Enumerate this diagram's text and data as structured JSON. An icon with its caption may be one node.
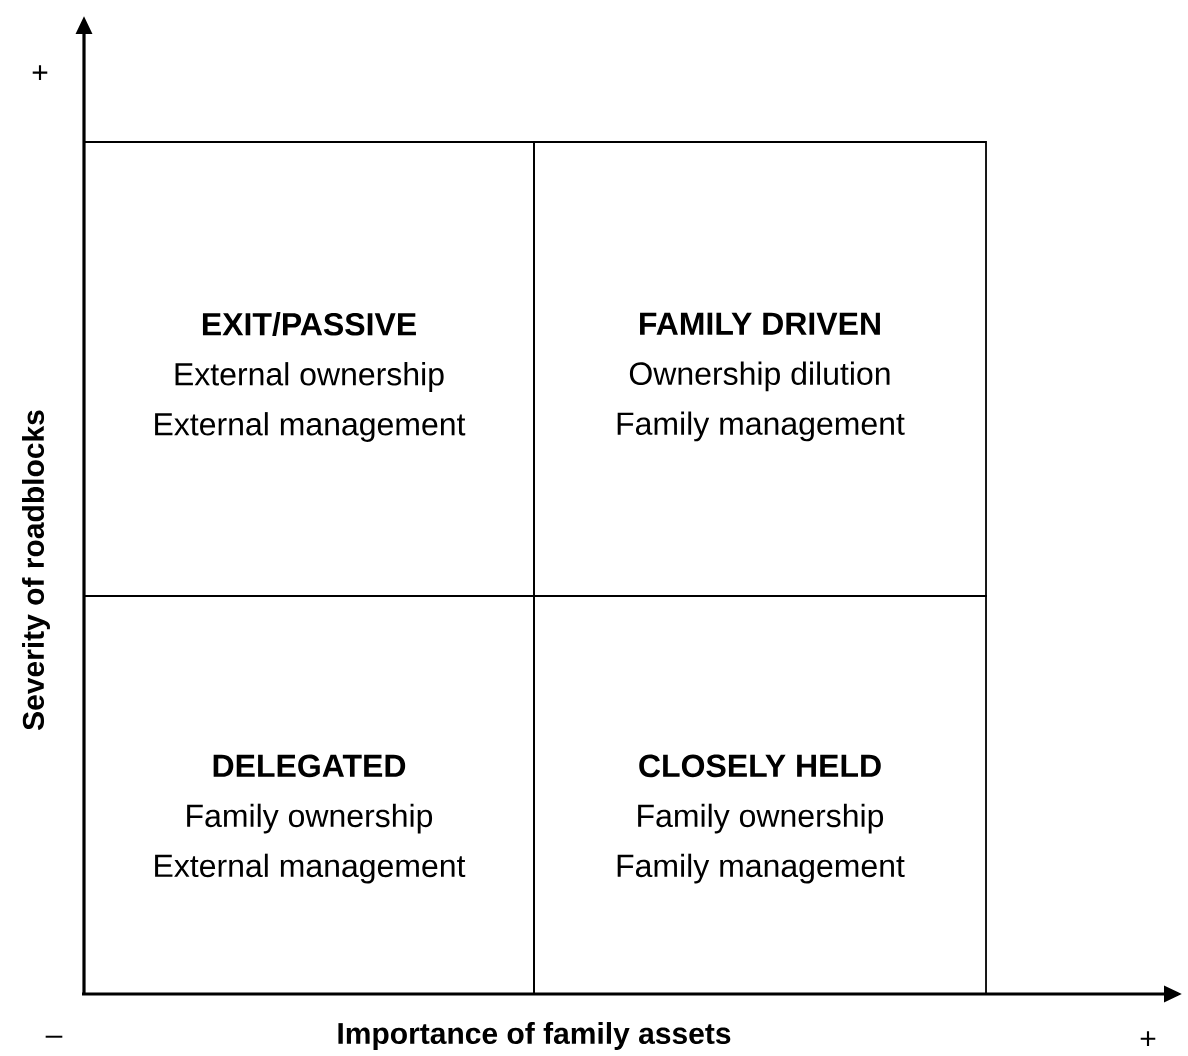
{
  "diagram": {
    "nodes": [
      {
        "text": [
          "EXIT/PASSIVE",
          "External ownership",
          "External management"
        ]
      },
      {
        "text": [
          "FAMILY DRIVEN",
          "Ownership dilution",
          "Family management"
        ]
      },
      {
        "text": [
          "DELEGATED",
          "Family ownership",
          "External management"
        ]
      },
      {
        "text": [
          "CLOSELY HELD",
          "Family ownership",
          "Family management"
        ]
      }
    ],
    "labels": [
      "+",
      "Severity of roadblocks",
      "–",
      "Importance of family assets",
      "+"
    ]
  }
}
